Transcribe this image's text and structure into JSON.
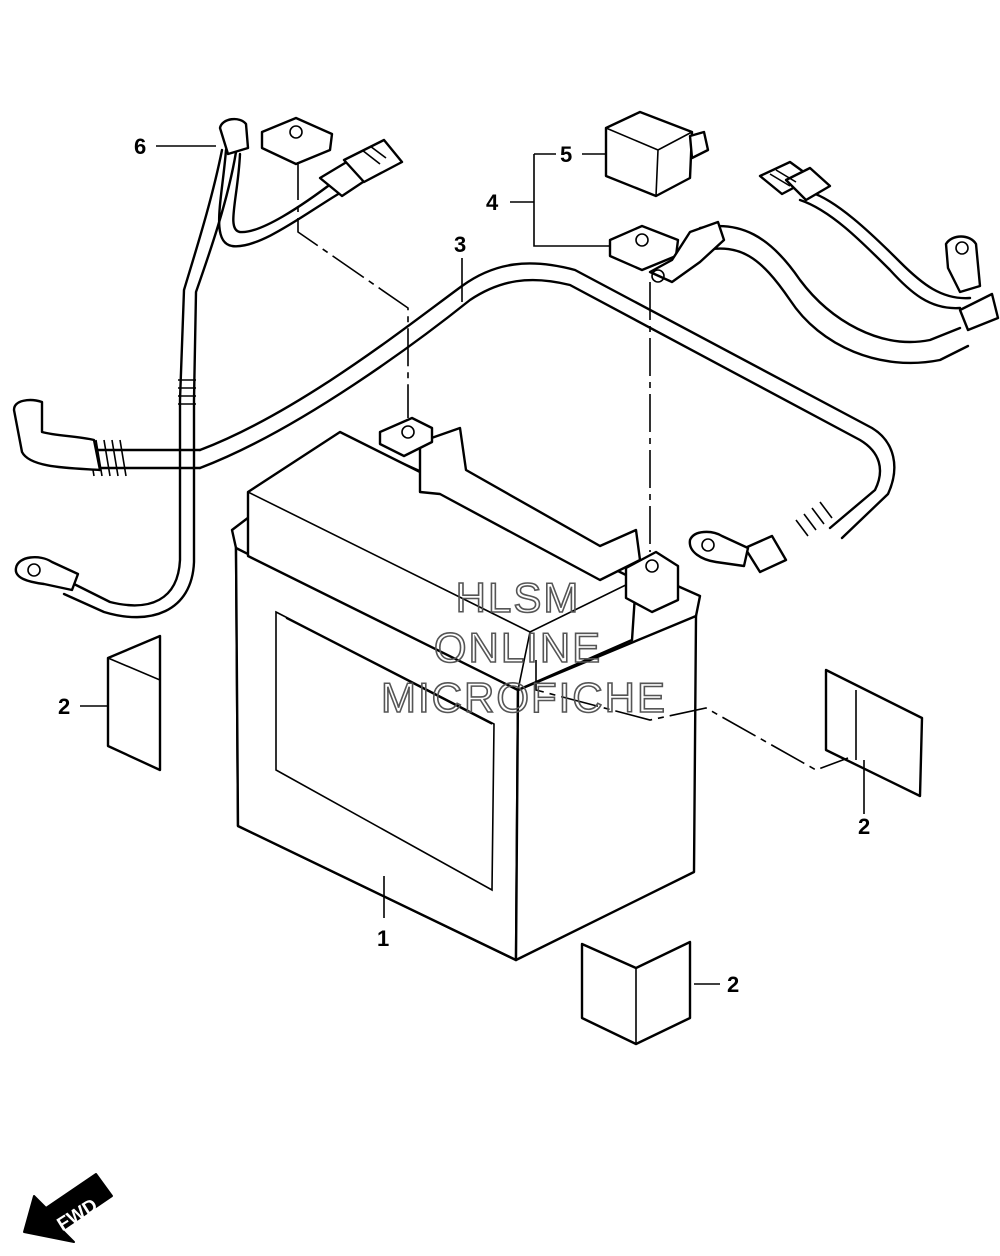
{
  "callouts": {
    "battery": "1",
    "pad_left": "2",
    "pad_right": "2",
    "pad_bottom": "2",
    "harness_negative": "3",
    "cable_positive": "4",
    "terminal_cover": "5",
    "lead_wire": "6"
  },
  "watermark": {
    "line1": "HLSM",
    "line2": "ONLINE",
    "line3": "MICROFICHE"
  },
  "direction": {
    "label": "FWD",
    "icon": "arrow-down-left-icon"
  }
}
